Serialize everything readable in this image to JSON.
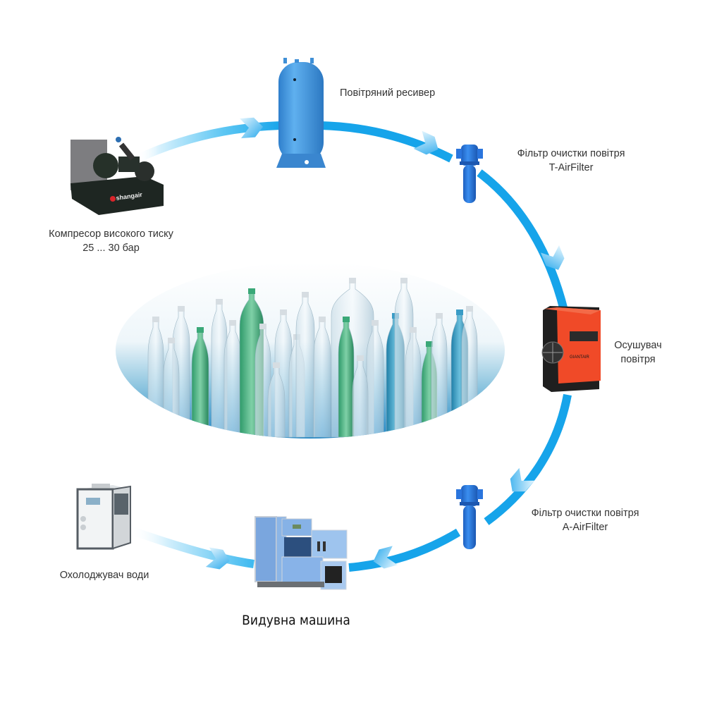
{
  "diagram": {
    "title": "Compressed air cycle for PET bottle blow molding",
    "colors": {
      "flow_line": "#1aa7ec",
      "flow_line_light": "#bfe8fb",
      "equipment_blue": "#3f8fd6",
      "dryer_red": "#f04a28",
      "dryer_dark": "#1e1e1e",
      "text": "#333333"
    },
    "nodes": [
      {
        "id": "compressor",
        "icon": "air-compressor-icon",
        "lines": [
          "Компресор високого тиску",
          "25 ... 30 бар"
        ]
      },
      {
        "id": "receiver",
        "icon": "air-receiver-tank-icon",
        "lines": [
          "Повітряний ресивер"
        ]
      },
      {
        "id": "t-filter",
        "icon": "air-filter-icon",
        "lines": [
          "Фільтр очистки повітря",
          "T-AirFilter"
        ]
      },
      {
        "id": "dryer",
        "icon": "air-dryer-icon",
        "lines": [
          "Осушувач",
          "повітря"
        ]
      },
      {
        "id": "a-filter",
        "icon": "air-filter-icon",
        "lines": [
          "Фільтр очистки повітря",
          "A-AirFilter"
        ]
      },
      {
        "id": "blow-machine",
        "icon": "blow-molding-machine-icon",
        "lines": [
          "Видувна машина"
        ]
      },
      {
        "id": "chiller",
        "icon": "water-chiller-icon",
        "lines": [
          "Охолоджувач води"
        ]
      }
    ],
    "edges": [
      {
        "from": "compressor",
        "to": "receiver"
      },
      {
        "from": "receiver",
        "to": "t-filter"
      },
      {
        "from": "t-filter",
        "to": "dryer"
      },
      {
        "from": "dryer",
        "to": "a-filter"
      },
      {
        "from": "a-filter",
        "to": "blow-machine"
      },
      {
        "from": "chiller",
        "to": "blow-machine"
      }
    ],
    "center_image": {
      "icon": "pet-bottles-image",
      "description": "PET bottles"
    },
    "dryer_brand": "GIANTAIR",
    "compressor_brand": "shangair"
  }
}
